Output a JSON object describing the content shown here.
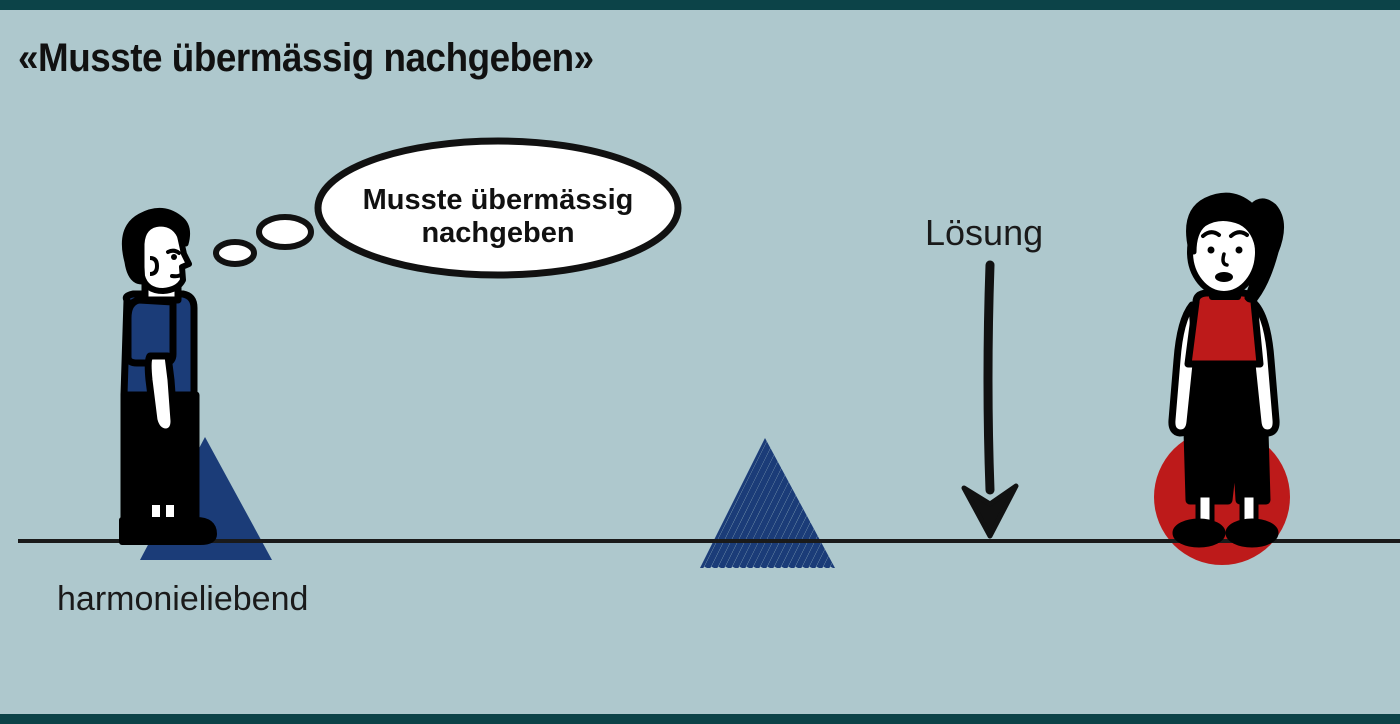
{
  "illustration": {
    "headline": "«Musste übermässig nachgeben»",
    "background_color": "#aec8cd",
    "frame_bar_color": "#0c4348",
    "ground_line_color": "#1a1a1a",
    "thought_bubble": {
      "line1": "Musste übermässig",
      "line2": "nachgeben",
      "fill_color": "#ffffff",
      "outline_color": "#111111",
      "small_bubble_count": 3
    },
    "left_figure": {
      "label": "harmonieliebend",
      "hair_color": "#000000",
      "shirt_color": "#1b3c78",
      "pants_color": "#000000",
      "skin_color": "#ffffff",
      "triangle_color": "#1b3c78",
      "triangle_style": "solid"
    },
    "middle_shape": {
      "color": "#1b3c78",
      "style": "hatched",
      "hatch_line_count": 20
    },
    "arrow": {
      "label": "Lösung",
      "color": "#111111",
      "direction": "down"
    },
    "right_figure": {
      "hair_color": "#000000",
      "top_color": "#bd1a1a",
      "pants_color": "#000000",
      "skin_color": "#ffffff",
      "circle_color": "#bd1a1a",
      "circle_style": "solid"
    }
  }
}
